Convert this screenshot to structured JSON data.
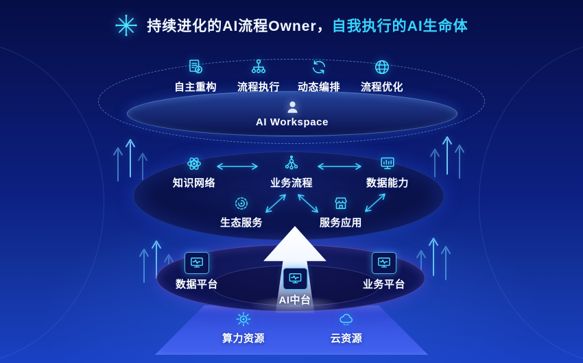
{
  "title": {
    "part1": "持续进化的AI流程Owner，",
    "part2": "自我执行的AI生命体"
  },
  "workspace": {
    "label": "AI Workspace",
    "head_icon": "person-head-icon",
    "items": [
      {
        "label": "自主重构",
        "icon": "doc-restructure-icon"
      },
      {
        "label": "流程执行",
        "icon": "flow-tree-icon"
      },
      {
        "label": "动态编排",
        "icon": "cycle-arrows-icon"
      },
      {
        "label": "流程优化",
        "icon": "globe-icon"
      }
    ]
  },
  "capability_layer": {
    "top_row": [
      {
        "label": "知识网络",
        "icon": "atom-icon"
      },
      {
        "label": "业务流程",
        "icon": "node-graph-icon"
      },
      {
        "label": "数据能力",
        "icon": "chart-monitor-icon"
      }
    ],
    "bottom_row": [
      {
        "label": "生态服务",
        "icon": "swirl-icon"
      },
      {
        "label": "服务应用",
        "icon": "storefront-icon"
      }
    ]
  },
  "platform_layer": {
    "items": [
      {
        "label": "数据平台",
        "icon": "monitor-pulse-icon"
      },
      {
        "label": "AI中台",
        "icon": "monitor-pulse-icon"
      },
      {
        "label": "业务平台",
        "icon": "monitor-pulse-icon"
      }
    ]
  },
  "resource_layer": {
    "items": [
      {
        "label": "算力资源",
        "icon": "compute-core-icon"
      },
      {
        "label": "云资源",
        "icon": "cloud-icon"
      }
    ]
  },
  "colors": {
    "accent": "#49e1ff",
    "title_accent": "#35d6ff",
    "bg_top": "#060e46",
    "bg_bottom": "#1a41c4",
    "arrow_white": "#ffffff"
  }
}
